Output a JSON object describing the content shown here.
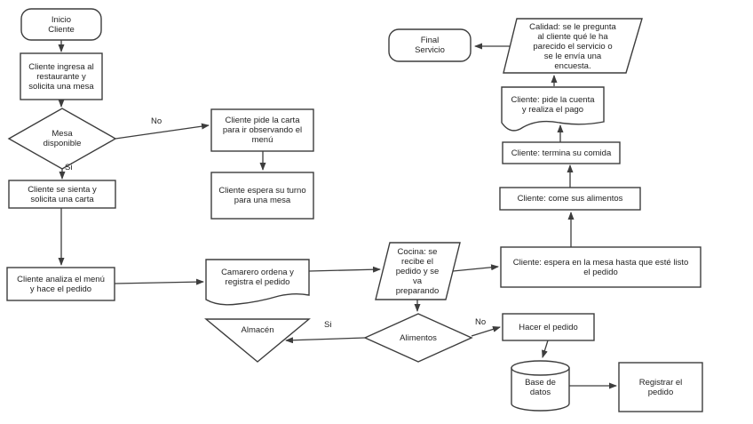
{
  "colors": {
    "stroke": "#3d3d3d",
    "node_fill": "#ffffff",
    "text": "#1f1f1f",
    "background": "#ffffff"
  },
  "nodes": {
    "inicio": {
      "shape": "terminator",
      "label": "Inicio\nCliente"
    },
    "ingresa": {
      "shape": "process",
      "label": "Cliente ingresa al\nrestaurante y\nsolicita una mesa"
    },
    "mesa_disponible": {
      "shape": "decision",
      "label": "Mesa\ndisponible"
    },
    "pide_carta": {
      "shape": "process",
      "label": "Cliente pide la carta\npara ir observando el\nmenú"
    },
    "espera_turno": {
      "shape": "process",
      "label": "Cliente espera su turno\npara una mesa"
    },
    "sienta": {
      "shape": "process",
      "label": "Cliente se sienta y\nsolicita una carta"
    },
    "analiza": {
      "shape": "process",
      "label": "Cliente analiza el menú\ny hace el pedido"
    },
    "camarero": {
      "shape": "document",
      "label": "Camarero ordena y\nregistra el pedido"
    },
    "almacen": {
      "shape": "inverted-triangle",
      "label": "Almacén"
    },
    "cocina": {
      "shape": "parallelogram",
      "label": "Cocina: se\nrecibe el\npedido y se\nva\npreparando"
    },
    "alimentos": {
      "shape": "decision",
      "label": "Alimentos"
    },
    "hacer_pedido": {
      "shape": "process",
      "label": "Hacer el pedido"
    },
    "base_datos": {
      "shape": "database",
      "label": "Base de\ndatos"
    },
    "registrar": {
      "shape": "process",
      "label": "Registrar el\npedido"
    },
    "espera_mesa": {
      "shape": "process",
      "label": "Cliente: espera en la mesa hasta que esté listo\nel pedido"
    },
    "come": {
      "shape": "process",
      "label": "Cliente: come sus alimentos"
    },
    "termina": {
      "shape": "process",
      "label": "Cliente: termina su comida"
    },
    "pide_cuenta": {
      "shape": "document",
      "label": "Cliente: pide la cuenta\ny realiza el pago"
    },
    "calidad": {
      "shape": "parallelogram",
      "label": "Calidad: se le pregunta\nal cliente qué le ha\nparecido el servicio o\nse le envía una\nencuesta."
    },
    "final": {
      "shape": "terminator",
      "label": "Final\nServicio"
    }
  },
  "edges": [
    {
      "from": "inicio",
      "to": "ingresa",
      "label": ""
    },
    {
      "from": "ingresa",
      "to": "mesa_disponible",
      "label": ""
    },
    {
      "from": "mesa_disponible",
      "to": "pide_carta",
      "label": "No"
    },
    {
      "from": "mesa_disponible",
      "to": "sienta",
      "label": "Si"
    },
    {
      "from": "pide_carta",
      "to": "espera_turno",
      "label": ""
    },
    {
      "from": "sienta",
      "to": "analiza",
      "label": ""
    },
    {
      "from": "analiza",
      "to": "camarero",
      "label": ""
    },
    {
      "from": "camarero",
      "to": "cocina",
      "label": ""
    },
    {
      "from": "cocina",
      "to": "espera_mesa",
      "label": ""
    },
    {
      "from": "cocina",
      "to": "alimentos",
      "label": ""
    },
    {
      "from": "alimentos",
      "to": "almacen",
      "label": "Si"
    },
    {
      "from": "alimentos",
      "to": "hacer_pedido",
      "label": "No"
    },
    {
      "from": "hacer_pedido",
      "to": "base_datos",
      "label": ""
    },
    {
      "from": "base_datos",
      "to": "registrar",
      "label": ""
    },
    {
      "from": "espera_mesa",
      "to": "come",
      "label": ""
    },
    {
      "from": "come",
      "to": "termina",
      "label": ""
    },
    {
      "from": "termina",
      "to": "pide_cuenta",
      "label": ""
    },
    {
      "from": "pide_cuenta",
      "to": "calidad",
      "label": ""
    },
    {
      "from": "calidad",
      "to": "final",
      "label": ""
    }
  ]
}
